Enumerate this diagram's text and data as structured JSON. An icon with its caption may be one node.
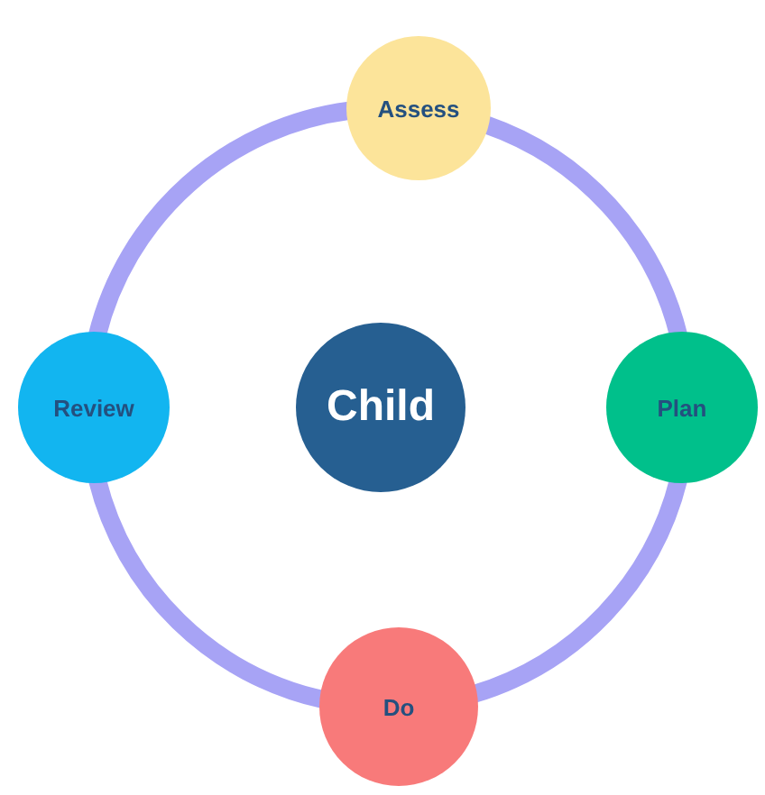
{
  "diagram": {
    "nodes": [
      {
        "text": [
          "Assess"
        ]
      },
      {
        "text": [
          "Review"
        ]
      },
      {
        "text": [
          "Child"
        ]
      },
      {
        "text": [
          "Plan"
        ]
      },
      {
        "text": [
          "Do"
        ]
      }
    ],
    "edges": [
      {
        "from": 0,
        "to": 3,
        "arrow": "none"
      },
      {
        "from": 3,
        "to": 4,
        "arrow": "none"
      },
      {
        "from": 4,
        "to": 1,
        "arrow": "none"
      },
      {
        "from": 1,
        "to": 0,
        "arrow": "none"
      }
    ]
  }
}
